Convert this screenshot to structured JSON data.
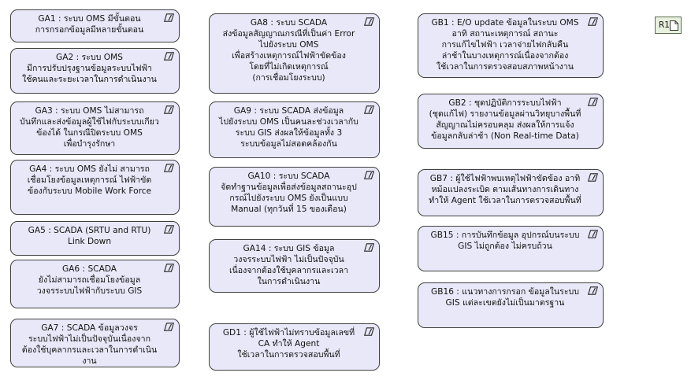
{
  "cards": [
    {
      "id": "ga1",
      "text": "GA1 : ระบบ OMS มีขั้นตอน\nการกรอกข้อมูลมีหลายขั้นตอน"
    },
    {
      "id": "ga2",
      "text": "GA2 : ระบบ OMS\nมีการปรับปรุงฐานข้อมูลระบบไฟฟ้า\nใช้คนและระยะเวลาในการดำเนินงาน"
    },
    {
      "id": "ga3",
      "text": "GA3 : ระบบ OMS ไม่สามารถ\nบันทึกและส่งข้อมูลผู้ใช้ไฟกับระบบเกียว\nข้องได้ ในกรณีปิดระบบ OMS\nเพื่อบำรุงรักษา"
    },
    {
      "id": "ga4",
      "text": "GA4 : ระบบ OMS ยังไม่ สามารถ\nเชื่อมโยงข้อมูลเหตุการณ์ ไฟฟ้าขัด\nข้องกับระบบ Mobile Work Force"
    },
    {
      "id": "ga5",
      "text": "GA5 : SCADA (SRTU and RTU)\nLink Down"
    },
    {
      "id": "ga6",
      "text": "GA6 :  SCADA\nยังไม่สามารถเชื่อมโยงข้อมูล\nวงจรระบบไฟฟ้ากับระบบ GIS"
    },
    {
      "id": "ga7",
      "text": "GA7 :  SCADA ข้อมูลวงจร\nระบบไฟฟ้าไม่เป็นปัจจุบันเนื่องจาก\nต้องใช้บุคลากรและเวลาในการดำเนินงาน"
    },
    {
      "id": "ga8",
      "text": "GA8 : ระบบ SCADA\nส่งข้อมูลสัญญาณกรณีที่เป็นค่า Error\nไปยังระบบ OMS\nเพื่อสร้างเหตุการณ์ไฟฟ้าขัดข้อง\nโดยที่ไม่เกิดเหตุการณ์\n(การเชื่อมโยงระบบ)"
    },
    {
      "id": "ga9",
      "text": "GA9 : ระบบ SCADA ส่งข้อมูล\nไปยังระบบ OMS เป็นคนละช่วงเวลากับ\nระบบ GIS ส่งผลให้ข้อมูลทั้ง 3\nระบบข้อมูลไม่สอดคล้องกัน"
    },
    {
      "id": "ga10",
      "text": "GA10 : ระบบ SCADA\nจัดทำฐานข้อมูลเพื่อส่งข้อมูลสถานะอุป\nกรณ์ไปยังระบบ OMS ยังเป็นแบบ\nManual (ทุกวันที่ 15 ของเดือน)"
    },
    {
      "id": "ga14",
      "text": "GA14 : ระบบ GIS ข้อมูล\nวงจรระบบไฟฟ้า ไม่เป็นปัจจุบัน\nเนื่องจากต้องใช้บุคลากรและเวลา\nในการดำเนินงาน"
    },
    {
      "id": "gd1",
      "text": "GD1 :  ผู้ใช้ไฟฟ้าไม่ทราบข้อมูลเลขที่\nCA ทำให้ Agent\nใช้เวลาในการตรวจสอบพื้นที่"
    },
    {
      "id": "gb1",
      "text": "GB1 : E/O update ข้อมูลในระบบ OMS\nอาทิ สถานะเหตุการณ์ สถานะ\nการแก้ไขไฟฟ้า เวลาจ่ายไฟกลับคืน\nล่าช้าในบางเหตุการณ์เนื่องจากต้อง\nใช้เวลาในการตรวจสอบสภาพหน้างาน"
    },
    {
      "id": "gb2",
      "text": "GB2 : ชุดปฏิบัติการระบบไฟฟ้า\n(ชุดแก้ไฟ) รายงานข้อมูลผ่านวิทยุบางพื้นที่\nสัญญาณไม่ครอบคลุม ส่งผลให้การแจ้ง\nข้อมูลกลับล่าช้า (Non Real-time Data)"
    },
    {
      "id": "gb7",
      "text": "GB7 : ผู้ใช้ไฟฟ้าพบเหตุไฟฟ้าขัดข้อง อาทิ\nหม้อแปลงระเบิด ตามเส้นทางการเดินทาง\nทำให้ Agent ใช้เวลาในการตรวจสอบพื้นที่"
    },
    {
      "id": "gb15",
      "text": "GB15 : การบันทึกข้อมูล อุปกรณ์บนระบบ\nGIS ไม่ถูกต้อง ไม่ครบถ้วน"
    },
    {
      "id": "gb16",
      "text": "GB16 : แนวทางการกรอก ข้อมูลในระบบ\nGIS แต่ละเขตยังไม่เป็นมาตรฐาน"
    }
  ],
  "r1": {
    "label": "R1"
  },
  "colors": {
    "card_fill": "#e8e8f9",
    "card_border": "#404040",
    "r1_fill": "#e7f1de"
  }
}
